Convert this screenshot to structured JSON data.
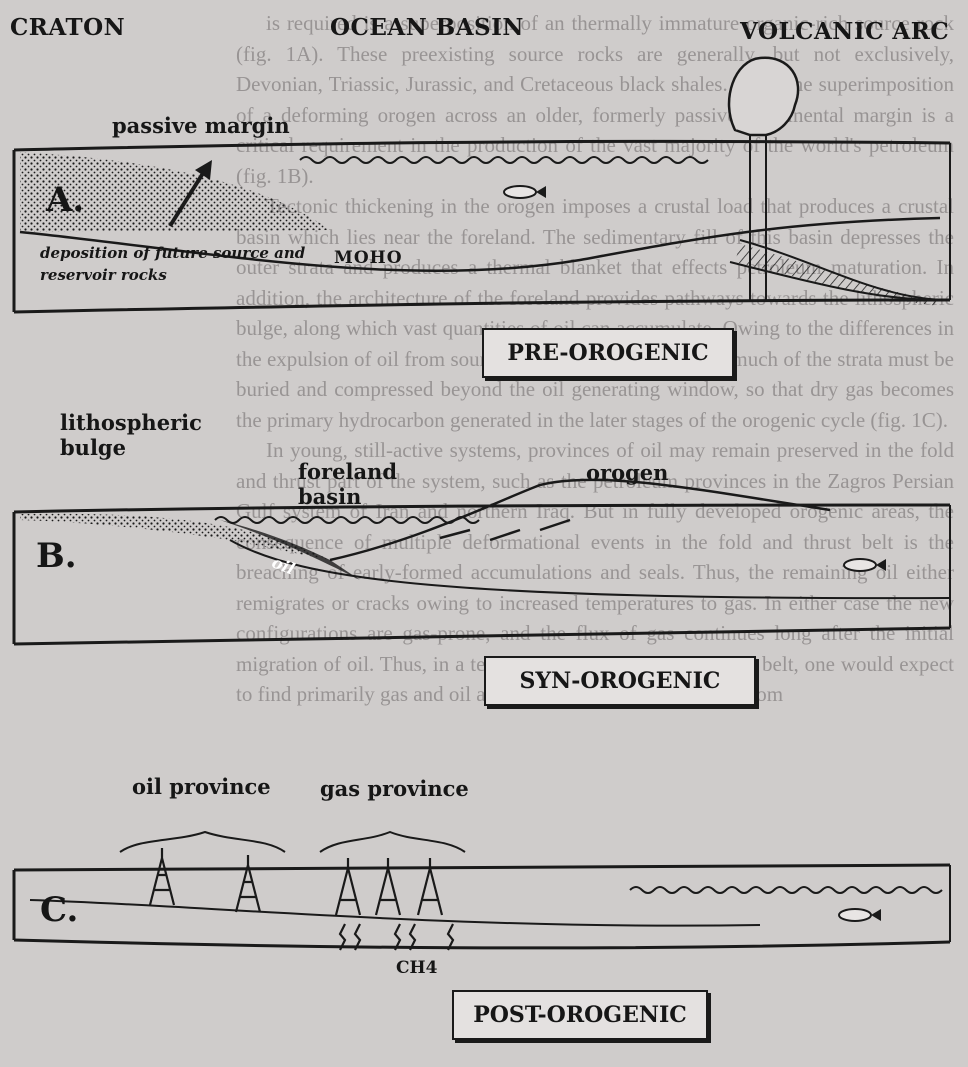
{
  "header": {
    "craton": "CRATON",
    "ocean_basin": "OCEAN BASIN",
    "volcanic_arc": "VOLCANIC ARC"
  },
  "panel_a": {
    "letter": "A.",
    "passive_margin": "passive margin",
    "deposition": "deposition of future source and reservoir rocks",
    "moho": "MOHO",
    "stage": "PRE-OROGENIC"
  },
  "panel_b": {
    "letter": "B.",
    "lithospheric_bulge": "lithospheric bulge",
    "foreland_basin": "foreland basin",
    "orogen": "orogen",
    "oil": "oil",
    "stage": "SYN-OROGENIC"
  },
  "panel_c": {
    "letter": "C.",
    "oil_province": "oil province",
    "gas_province": "gas province",
    "ch4": "CH4",
    "stage": "POST-OROGENIC"
  },
  "background_text": [
    "is required is a superposition of an thermally immature organic-rich source rock (fig. 1A). These preexisting source rocks are generally, but not exclusively, Devonian, Triassic, Jurassic, and Cretaceous black shales. Thus, the superimposition of a deforming orogen across an older, formerly passive, continental margin is a critical requirement in the production of the vast majority of the world's petroleum (fig. 1B).",
    "Tectonic thickening in the orogen imposes a crustal load that produces a crustal basin which lies near the foreland. The sedimentary fill of this basin depresses the outer strata and produces a thermal blanket that effects petroleum maturation. In addition, the architecture of the foreland provides pathways towards the lithospheric bulge, along which vast quantities of oil can accumulate. Owing to the differences in the expulsion of oil from source rocks, the oil is generated much of the strata must be buried and compressed beyond the oil generating window, so that dry gas becomes the primary hydrocarbon generated in the later stages of the orogenic cycle (fig. 1C).",
    "In young, still-active systems, provinces of oil may remain preserved in the fold and thrust part of the system, such as the petroleum provinces in the Zagros Persian Gulf system of Iran and northern Iraq. But in fully developed orogenic areas, the consequence of multiple deformational events in the fold and thrust belt is the breaching of early-formed accumulations and seals. Thus, the remaining oil either remigrates or cracks owing to increased temperatures to gas. In either case the new configurations are gas-prone, and the flux of gas continues long after the initial migration of oil. Thus, in a technically mature fold and thrust belt, one would expect to find primarily gas and oil accumulations in regions distal from"
  ]
}
